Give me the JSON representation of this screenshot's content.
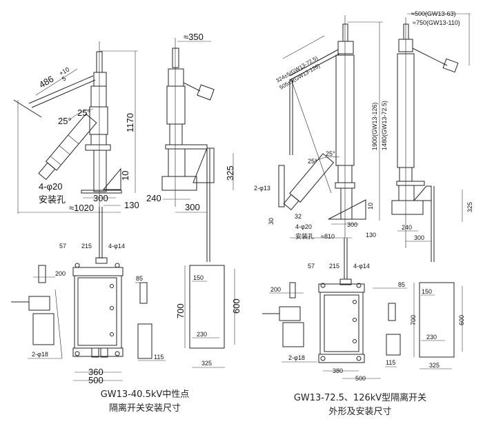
{
  "left_assembly": {
    "blade_length": "486",
    "blade_tol_upper": "+10",
    "blade_tol_lower": "5",
    "angle_1": "25°",
    "angle_2": "25°",
    "height": "1170",
    "mount_holes": "4-φ20",
    "mount_holes_label": "安装孔",
    "base_width": "300",
    "offset_130": "130",
    "span": "≈1020",
    "offset_10": "10",
    "side_reach": "≈350",
    "side_height": "325",
    "side_240": "240",
    "side_300": "300"
  },
  "left_mechanism": {
    "dim_57": "57",
    "dim_215": "215",
    "holes": "4-φ14",
    "dim_200": "200",
    "holes_small": "2-φ18",
    "dim_360": "360",
    "dim_500": "500",
    "dim_85": "85",
    "dim_115": "115",
    "dim_150": "150",
    "dim_700": "700",
    "dim_600": "600",
    "dim_230": "230",
    "dim_325": "325"
  },
  "left_caption": {
    "line1": "GW13-40.5kV中性点",
    "line2": "隔离开关安装尺寸"
  },
  "right_assembly": {
    "blade_1": "324±5(GW13-72.5)",
    "blade_2": "505±5(GW13-126)",
    "angle_1": "25°",
    "angle_2": "25°",
    "height_126": "1900(GW13-126)",
    "height_72": "1480(GW13-72.5)",
    "reach_63": "≈500(GW13-63)",
    "reach_110": "≈750(GW13-110)",
    "holes_13": "2-φ13",
    "dim_32": "32",
    "dim_30": "30",
    "mount_holes": "4-φ20",
    "mount_holes_label": "安装孔",
    "span": "≈810",
    "base_width": "300",
    "offset_130": "130",
    "offset_10": "10",
    "side_height": "325",
    "side_240": "240",
    "side_300": "300"
  },
  "right_mechanism": {
    "dim_57": "57",
    "dim_215": "215",
    "holes": "4-φ14",
    "dim_200": "200",
    "holes_small": "2-φ18",
    "dim_380": "380",
    "dim_500": "500",
    "dim_85": "85",
    "dim_115": "115",
    "dim_150": "150",
    "dim_700": "700",
    "dim_600": "600",
    "dim_230": "230",
    "dim_325": "325"
  },
  "right_caption": {
    "line1": "GW13-72.5、126kV型隔离开关",
    "line2": "外形及安装尺寸"
  }
}
